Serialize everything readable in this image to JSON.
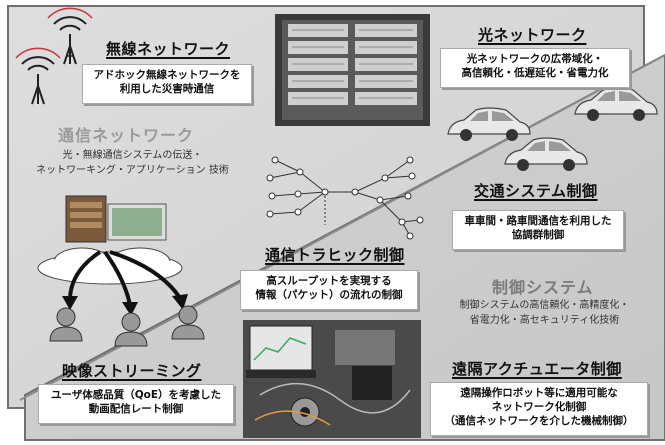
{
  "wireless": {
    "title": "無線ネットワーク",
    "desc_lines": [
      "アドホック無線ネットワークを",
      "利用した災害時通信"
    ]
  },
  "comm_network": {
    "title": "通信ネットワーク",
    "desc_lines": [
      "光・無線通信システムの伝送・",
      "ネットワーキング・アプリケーション 技術"
    ]
  },
  "optical": {
    "title": "光ネットワーク",
    "desc_lines": [
      "光ネットワークの広帯域化・",
      "高信頼化・低遅延化・省電力化"
    ]
  },
  "traffic_system": {
    "title": "交通システム制御",
    "desc_lines": [
      "車車間・路車間通信を利用した",
      "協調群制御"
    ]
  },
  "traffic_control": {
    "title": "通信トラヒック制御",
    "desc_lines": [
      "高スループットを実現する",
      "情報（パケット）の流れの制御"
    ]
  },
  "control_system": {
    "title": "制御システム",
    "desc_lines": [
      "制御システムの高信頼化・高精度化・",
      "省電力化・高セキュリティ化技術"
    ]
  },
  "video": {
    "title": "映像ストリーミング",
    "desc_lines": [
      "ユーザ体感品質（QoE）を考慮した",
      "動画配信レート制御"
    ]
  },
  "remote_actuator": {
    "title": "遠隔アクチュエータ制御",
    "desc_lines": [
      "遠隔操作ロボット等に適用可能な",
      "ネットワーク化制御",
      "（通信ネットワークを介した機械制御）"
    ]
  },
  "colors": {
    "bg": "#ffffff",
    "panel_gray": "#d6d6d6",
    "frame": "#6f6f6f",
    "section_title": "#9a9a9a"
  }
}
